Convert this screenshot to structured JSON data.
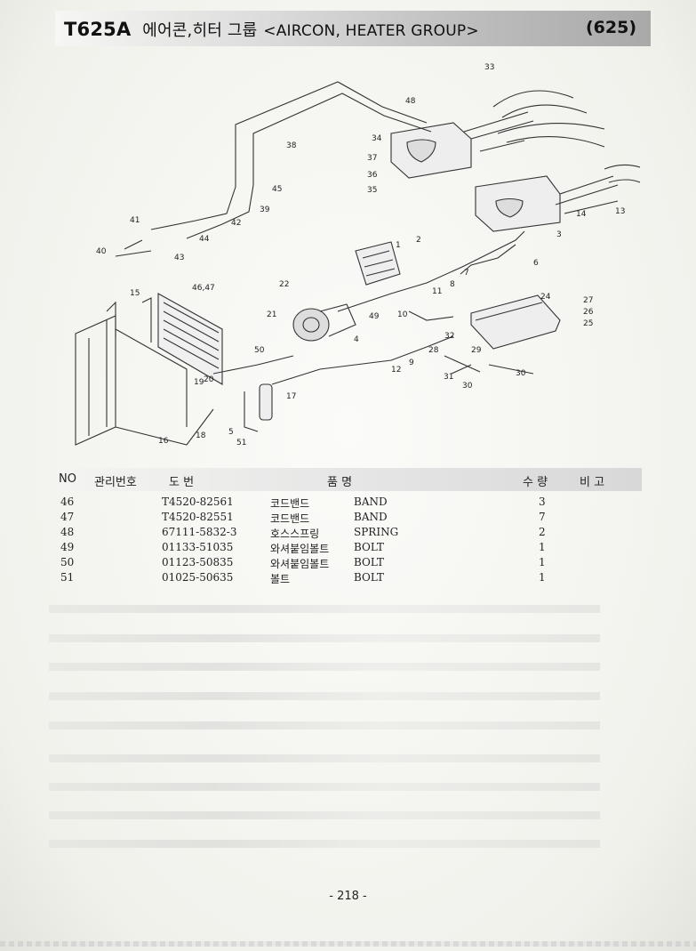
{
  "header": {
    "model": "T625A",
    "title_kr": "에어콘,히터 그룹",
    "title_en": "<AIRCON, HEATER GROUP>",
    "page_code": "(625)"
  },
  "diagram_labels": [
    "1",
    "2",
    "3",
    "4",
    "5",
    "6",
    "7",
    "8",
    "9",
    "10",
    "11",
    "12",
    "13",
    "14",
    "15",
    "16",
    "17",
    "18",
    "19",
    "20",
    "21",
    "22",
    "24",
    "25",
    "26",
    "27",
    "28",
    "29",
    "30",
    "31",
    "32",
    "33",
    "34",
    "35",
    "36",
    "37",
    "38",
    "39",
    "40",
    "41",
    "42",
    "43",
    "44",
    "45",
    "46,47",
    "48",
    "49",
    "50",
    "51"
  ],
  "table": {
    "headers": {
      "no": "NO",
      "mgmt_no": "관리번호",
      "drawing_no": "도  번",
      "part_name": "품   명",
      "qty": "수 량",
      "remarks": "비  고"
    },
    "rows": [
      {
        "no": "46",
        "part_no": "T4520-82561",
        "name_kr": "코드밴드",
        "name_en": "BAND",
        "qty": "3"
      },
      {
        "no": "47",
        "part_no": "T4520-82551",
        "name_kr": "코드밴드",
        "name_en": "BAND",
        "qty": "7"
      },
      {
        "no": "48",
        "part_no": "67111-5832-3",
        "name_kr": "호스스프링",
        "name_en": "SPRING",
        "qty": "2"
      },
      {
        "no": "49",
        "part_no": "01133-51035",
        "name_kr": "와셔붙임볼트",
        "name_en": "BOLT",
        "qty": "1"
      },
      {
        "no": "50",
        "part_no": "01123-50835",
        "name_kr": "와셔붙임볼트",
        "name_en": "BOLT",
        "qty": "1"
      },
      {
        "no": "51",
        "part_no": "01025-50635",
        "name_kr": "볼트",
        "name_en": "BOLT",
        "qty": "1"
      }
    ]
  },
  "page_number": "- 218 -"
}
